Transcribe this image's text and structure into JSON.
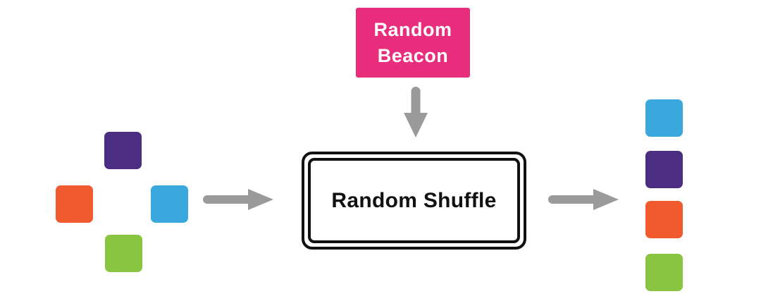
{
  "beacon": {
    "line1": "Random",
    "line2": "Beacon",
    "bg": "#E82D7C",
    "text_color": "#FFFFFF"
  },
  "shuffle": {
    "label": "Random Shuffle",
    "border_color": "#111111"
  },
  "arrows": {
    "color": "#9A9A9A",
    "items": [
      "down-arrow",
      "left-to-shuffle-arrow",
      "shuffle-to-right-arrow"
    ]
  },
  "palette": {
    "blue": "#3AA8DC",
    "purple": "#4B2D82",
    "orange": "#F05A2E",
    "green": "#8AC541"
  },
  "input_squares": [
    {
      "name": "purple-square",
      "color": "#4B2D82",
      "position": "top"
    },
    {
      "name": "orange-square",
      "color": "#F05A2E",
      "position": "left"
    },
    {
      "name": "blue-square",
      "color": "#3AA8DC",
      "position": "right"
    },
    {
      "name": "green-square",
      "color": "#8AC541",
      "position": "bottom"
    }
  ],
  "output_squares": [
    {
      "name": "blue-square",
      "color": "#3AA8DC"
    },
    {
      "name": "purple-square",
      "color": "#4B2D82"
    },
    {
      "name": "orange-square",
      "color": "#F05A2E"
    },
    {
      "name": "green-square",
      "color": "#8AC541"
    }
  ]
}
